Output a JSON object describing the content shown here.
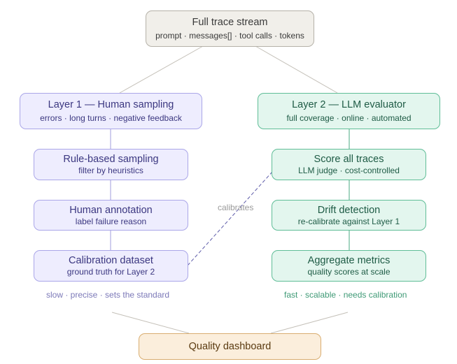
{
  "colors": {
    "gray_fill": "#f1efea",
    "purple_fill": "#eeedfe",
    "purple_text": "#3b3780",
    "green_fill": "#e3f6ee",
    "green_text": "#1e5b45",
    "orange_fill": "#fbeedc"
  },
  "top": {
    "title": "Full trace stream",
    "subtitle": "prompt · messages[] · tool calls · tokens"
  },
  "layer1": {
    "header": {
      "title": "Layer 1 — Human sampling",
      "subtitle": "errors · long turns · negative feedback"
    },
    "steps": [
      {
        "title": "Rule-based sampling",
        "subtitle": "filter by heuristics"
      },
      {
        "title": "Human annotation",
        "subtitle": "label failure reason"
      },
      {
        "title": "Calibration dataset",
        "subtitle": "ground truth for Layer 2"
      }
    ],
    "caption": "slow · precise · sets the standard"
  },
  "layer2": {
    "header": {
      "title": "Layer 2 — LLM evaluator",
      "subtitle": "full coverage · online · automated"
    },
    "steps": [
      {
        "title": "Score all traces",
        "subtitle": "LLM judge · cost-controlled"
      },
      {
        "title": "Drift detection",
        "subtitle": "re-calibrate against Layer 1"
      },
      {
        "title": "Aggregate metrics",
        "subtitle": "quality scores at scale"
      }
    ],
    "caption": "fast · scalable · needs calibration"
  },
  "link_label": "calibrates",
  "bottom": {
    "title": "Quality dashboard"
  }
}
